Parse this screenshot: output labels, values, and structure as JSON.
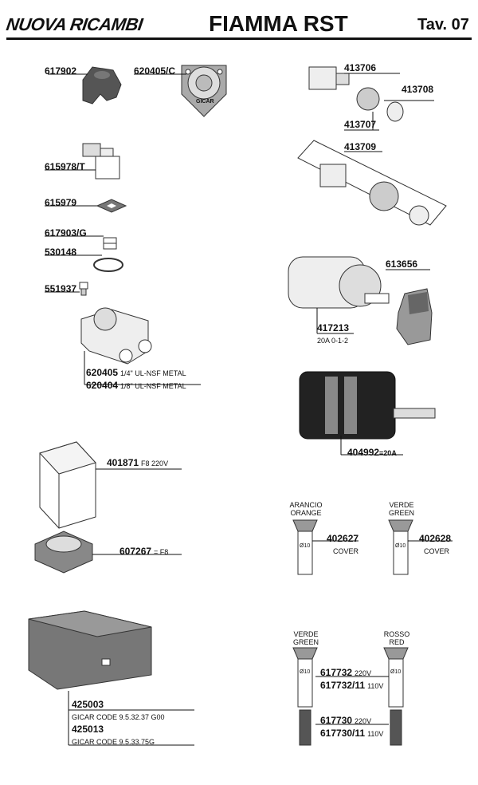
{
  "header": {
    "brand": "NUOVA RICAMBI",
    "title": "FIAMMA RST",
    "table": "Tav. 07"
  },
  "parts": {
    "p617902": "617902",
    "p620405c": "620405/C",
    "gicar": "GICAR",
    "p615978t": "615978/T",
    "p615979": "615979",
    "p617903g": "617903/G",
    "p530148": "530148",
    "p551937": "551937",
    "p620405": "620405",
    "d620405": "1/4\" UL-NSF METAL",
    "p620404": "620404",
    "d620404": "1/8\" UL-NSF METAL",
    "p413706": "413706",
    "p413708": "413708",
    "p413707": "413707",
    "p413709": "413709",
    "p613656": "613656",
    "p417213": "417213",
    "d417213": "20A 0-1-2",
    "p404992": "404992",
    "d404992": "=20A",
    "p401871": "401871",
    "d401871": "F8 220V",
    "p607267": "607267",
    "d607267": "= F8",
    "p425003": "425003",
    "d425003": "GICAR CODE 9.5.32.37 G00",
    "p425013": "425013",
    "d425013": "GICAR CODE 9.5.33.75G",
    "arancio": "ARANCIO\nORANGE",
    "verde1": "VERDE\nGREEN",
    "p402627": "402627",
    "d402627": "COVER",
    "p402628": "402628",
    "d402628": "COVER",
    "verde2": "VERDE\nGREEN",
    "rosso": "ROSSO\nRED",
    "p617732": "617732",
    "d617732": "220V",
    "p61773211": "617732/11",
    "d61773211": "110V",
    "p617730": "617730",
    "d617730": "220V",
    "p61773011": "617730/11",
    "d61773011": "110V",
    "o10": "Ø10"
  }
}
